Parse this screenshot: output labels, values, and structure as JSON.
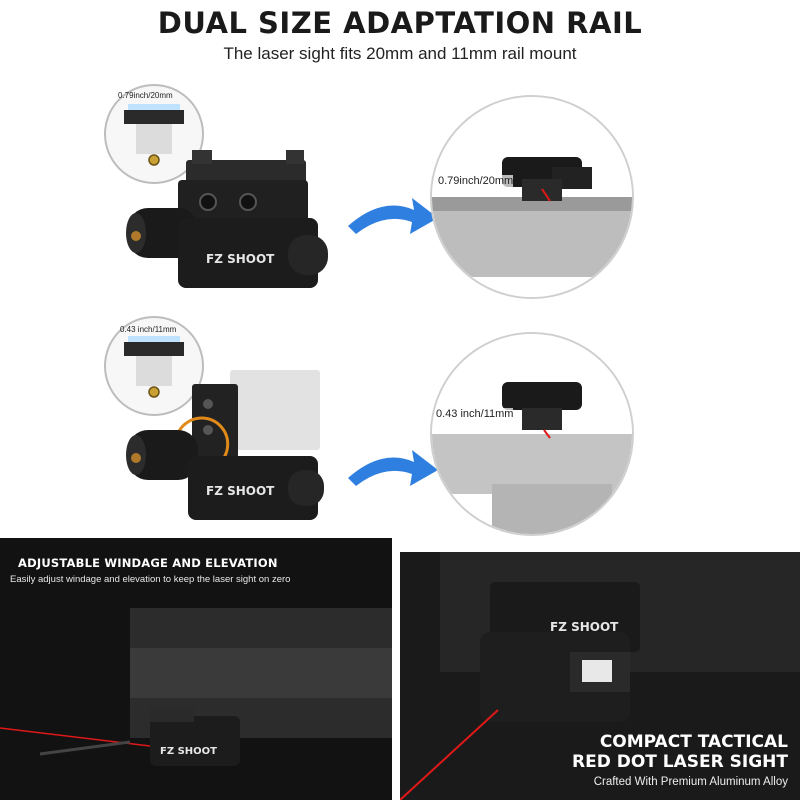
{
  "header": {
    "title": "DUAL SIZE ADAPTATION RAIL",
    "subtitle": "The laser sight fits 20mm and 11mm rail mount"
  },
  "row1": {
    "inset_label": "0.79inch/20mm",
    "fit_label": "0.79inch/20mm",
    "brand": "FZ SHOOT"
  },
  "row2": {
    "inset_label": "0.43 inch/11mm",
    "fit_label": "0.43 inch/11mm",
    "brand": "FZ SHOOT"
  },
  "bottom_left": {
    "title": "ADJUSTABLE WINDAGE AND ELEVATION",
    "subtitle": "Easily adjust windage and elevation to keep the laser sight on zero",
    "brand": "FZ SHOOT"
  },
  "bottom_right": {
    "title_line1": "COMPACT TACTICAL",
    "title_line2": "RED DOT LASER SIGHT",
    "subtitle": "Crafted With Premium Aluminum Alloy",
    "brand": "FZ SHOOT"
  },
  "colors": {
    "arrow": "#2f7fe0",
    "laser": "#e01818",
    "body": "#1c1c1c",
    "panel_bg": "#141414"
  }
}
